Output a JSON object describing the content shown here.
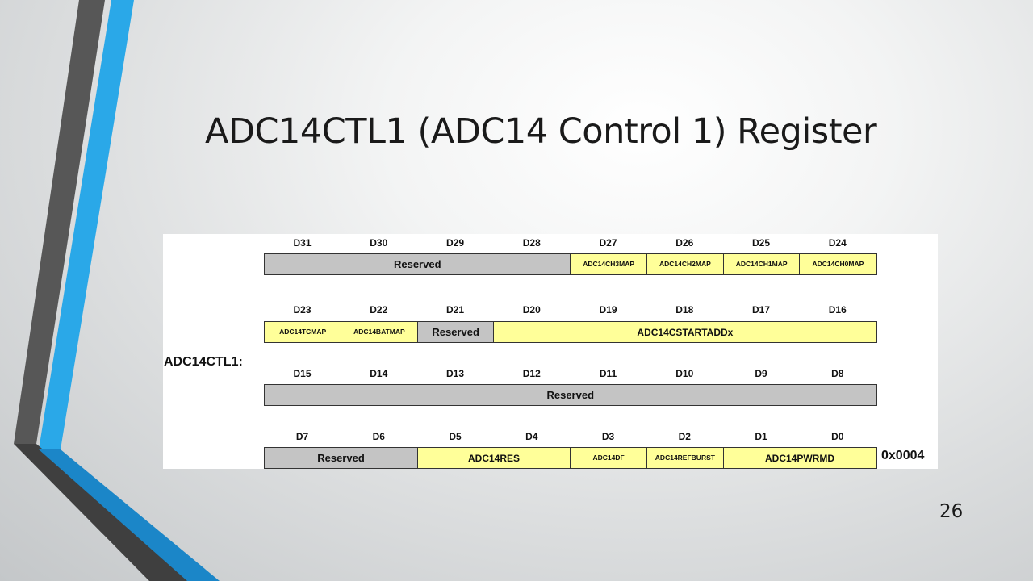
{
  "slide": {
    "title": "ADC14CTL1 (ADC14 Control 1) Register",
    "number": "26"
  },
  "register": {
    "name": "ADC14CTL1:",
    "address": "0x0004",
    "rows": [
      {
        "bits": [
          "D31",
          "D30",
          "D29",
          "D28",
          "D27",
          "D26",
          "D25",
          "D24"
        ],
        "fields": [
          {
            "label": "Reserved",
            "span": 4,
            "type": "reserved"
          },
          {
            "label": "ADC14CH3MAP",
            "span": 1,
            "type": "active"
          },
          {
            "label": "ADC14CH2MAP",
            "span": 1,
            "type": "active"
          },
          {
            "label": "ADC14CH1MAP",
            "span": 1,
            "type": "active"
          },
          {
            "label": "ADC14CH0MAP",
            "span": 1,
            "type": "active"
          }
        ]
      },
      {
        "bits": [
          "D23",
          "D22",
          "D21",
          "D20",
          "D19",
          "D18",
          "D17",
          "D16"
        ],
        "fields": [
          {
            "label": "ADC14TCMAP",
            "span": 1,
            "type": "active"
          },
          {
            "label": "ADC14BATMAP",
            "span": 1,
            "type": "active"
          },
          {
            "label": "Reserved",
            "span": 1,
            "type": "reserved"
          },
          {
            "label": "ADC14CSTARTADDx",
            "span": 5,
            "type": "active"
          }
        ]
      },
      {
        "bits": [
          "D15",
          "D14",
          "D13",
          "D12",
          "D11",
          "D10",
          "D9",
          "D8"
        ],
        "fields": [
          {
            "label": "Reserved",
            "span": 8,
            "type": "reserved"
          }
        ]
      },
      {
        "bits": [
          "D7",
          "D6",
          "D5",
          "D4",
          "D3",
          "D2",
          "D1",
          "D0"
        ],
        "fields": [
          {
            "label": "Reserved",
            "span": 2,
            "type": "reserved"
          },
          {
            "label": "ADC14RES",
            "span": 2,
            "type": "active"
          },
          {
            "label": "ADC14DF",
            "span": 1,
            "type": "active"
          },
          {
            "label": "ADC14REFBURST",
            "span": 1,
            "type": "active"
          },
          {
            "label": "ADC14PWRMD",
            "span": 2,
            "type": "active"
          }
        ]
      }
    ]
  },
  "colors": {
    "reserved_fill": "#c4c4c4",
    "field_fill": "#ffff99",
    "accent_blue": "#2aa8e8",
    "accent_dark": "#4a4a4a"
  }
}
